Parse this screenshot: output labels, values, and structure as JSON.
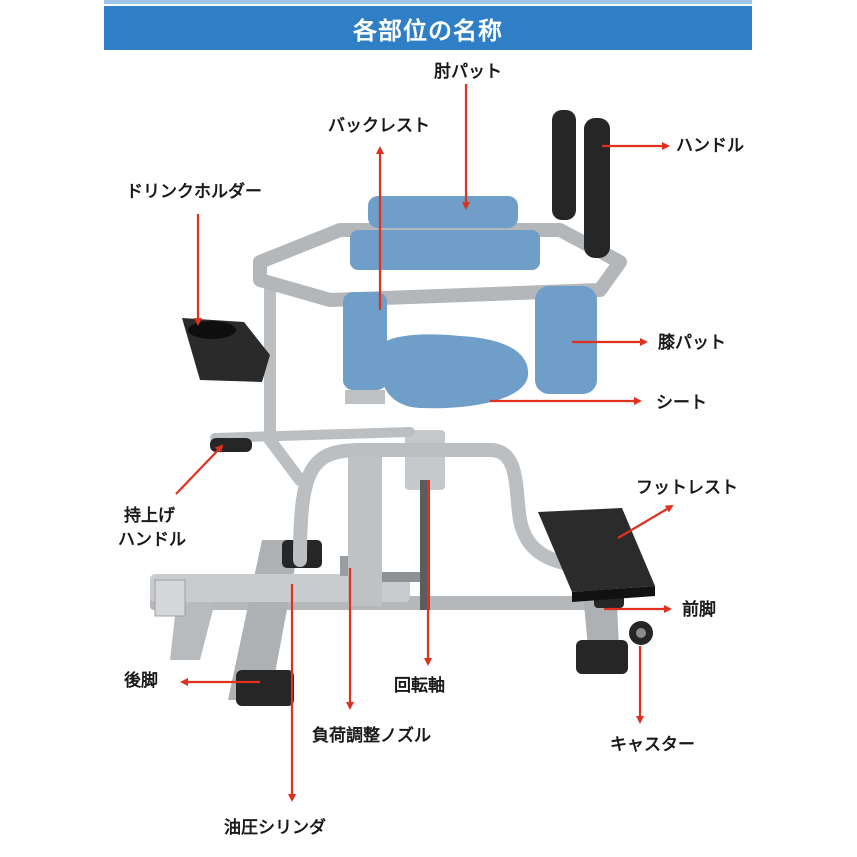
{
  "banner": {
    "title": "各部位の名称"
  },
  "labels": {
    "elbow_pad": "肘パット",
    "back_rest": "バックレスト",
    "handle": "ハンドル",
    "drink_holder": "ドリンクホルダー",
    "knee_pad": "膝パット",
    "seat": "シート",
    "lift_handle_line1": "持上げ",
    "lift_handle_line2": "ハンドル",
    "foot_rest": "フットレスト",
    "front_leg": "前脚",
    "rear_leg": "後脚",
    "rotation_shaft": "回転軸",
    "load_nozzle": "負荷調整ノズル",
    "caster": "キャスター",
    "hydraulic_cylinder": "油圧シリンダ"
  },
  "colors": {
    "banner": "#2f7fc6",
    "arrow": "#e0301e",
    "cushion": "#6f9ec9",
    "frame": "#b9bcbf",
    "black_part": "#262626"
  }
}
